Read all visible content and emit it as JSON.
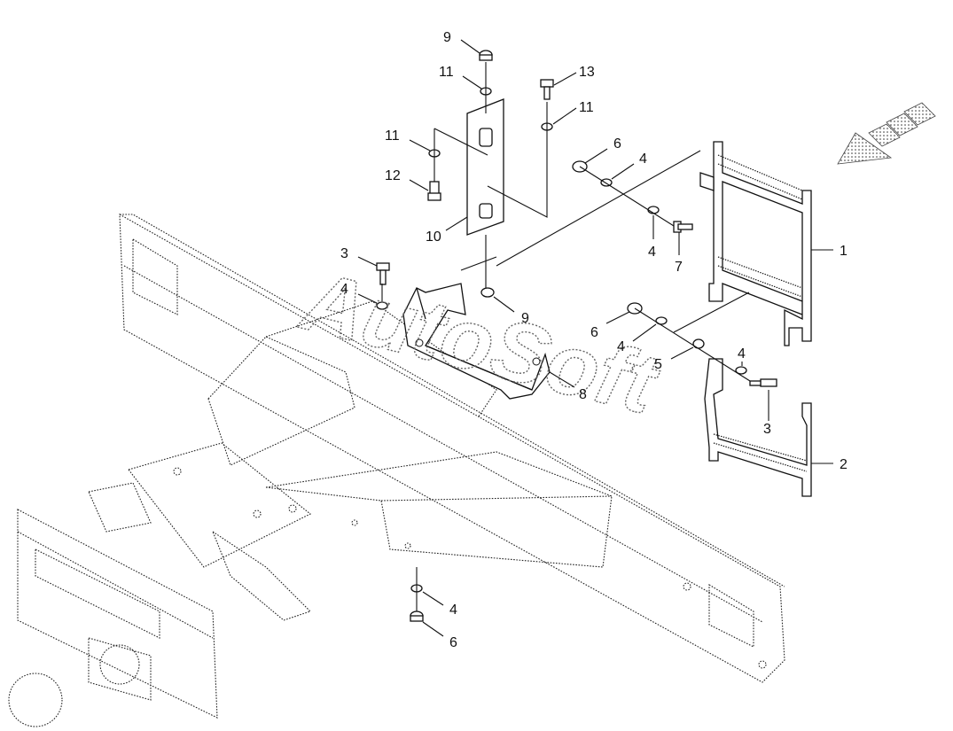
{
  "watermark": "AutoSoft",
  "callouts": [
    {
      "id": "c-9a",
      "text": "9"
    },
    {
      "id": "c-11a",
      "text": "11"
    },
    {
      "id": "c-13",
      "text": "13"
    },
    {
      "id": "c-11b",
      "text": "11"
    },
    {
      "id": "c-11c",
      "text": "11"
    },
    {
      "id": "c-12",
      "text": "12"
    },
    {
      "id": "c-10",
      "text": "10"
    },
    {
      "id": "c-6a",
      "text": "6"
    },
    {
      "id": "c-4a",
      "text": "4"
    },
    {
      "id": "c-4b",
      "text": "4"
    },
    {
      "id": "c-7",
      "text": "7"
    },
    {
      "id": "c-1",
      "text": "1"
    },
    {
      "id": "c-3a",
      "text": "3"
    },
    {
      "id": "c-4c",
      "text": "4"
    },
    {
      "id": "c-9b",
      "text": "9"
    },
    {
      "id": "c-6b",
      "text": "6"
    },
    {
      "id": "c-4d",
      "text": "4"
    },
    {
      "id": "c-5",
      "text": "5"
    },
    {
      "id": "c-4e",
      "text": "4"
    },
    {
      "id": "c-3b",
      "text": "3"
    },
    {
      "id": "c-8",
      "text": "8"
    },
    {
      "id": "c-2",
      "text": "2"
    },
    {
      "id": "c-4f",
      "text": "4"
    },
    {
      "id": "c-6c",
      "text": "6"
    }
  ]
}
